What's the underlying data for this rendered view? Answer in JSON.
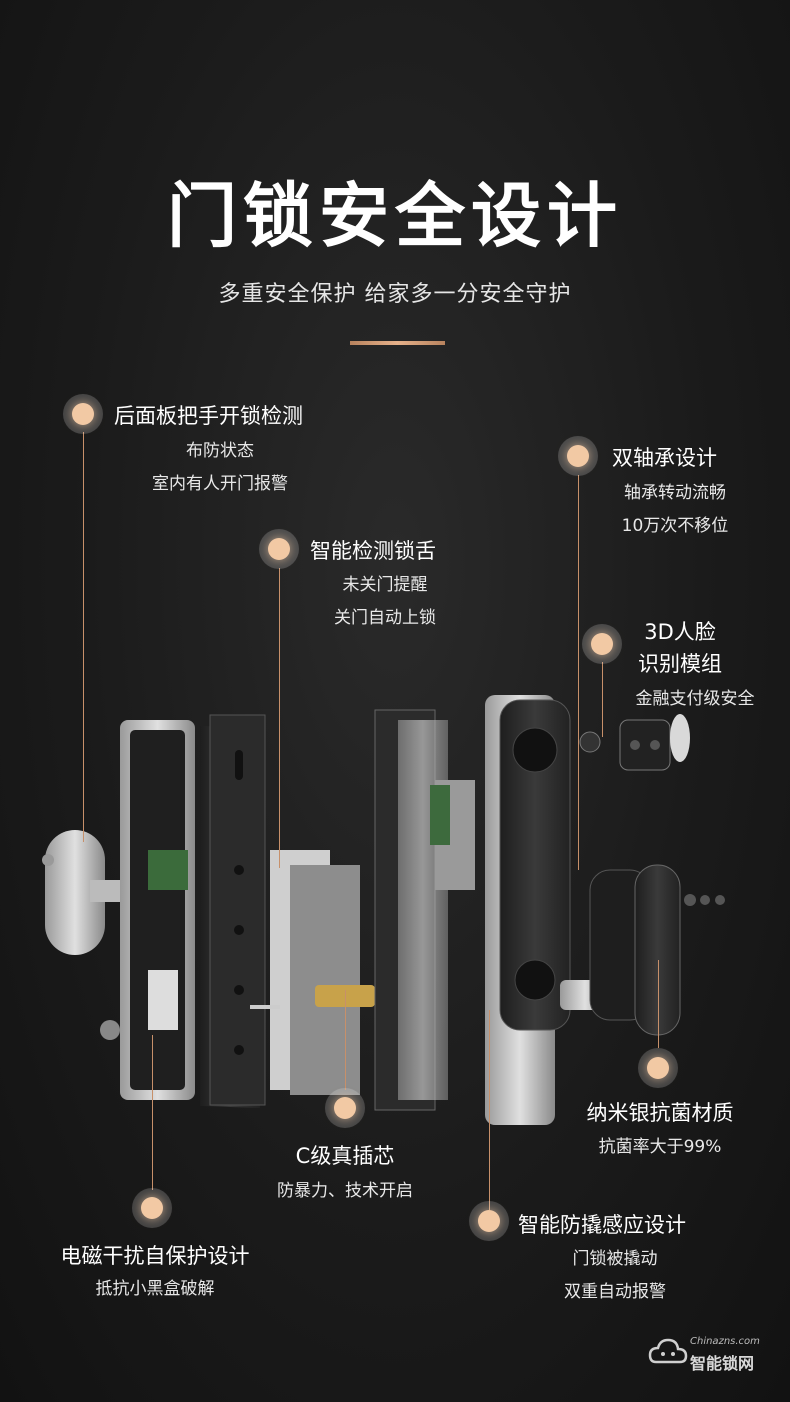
{
  "title": "门锁安全设计",
  "subtitle": "多重安全保护  给家多一分安全守护",
  "callouts": [
    {
      "title": "后面板把手开锁检测",
      "lines": [
        "布防状态",
        "室内有人开门报警"
      ]
    },
    {
      "title": "双轴承设计",
      "lines": [
        "轴承转动流畅",
        "10万次不移位"
      ]
    },
    {
      "title": "智能检测锁舌",
      "lines": [
        "未关门提醒",
        "关门自动上锁"
      ]
    },
    {
      "title_lines": [
        "3D人脸",
        "识别模组"
      ],
      "lines": [
        "金融支付级安全"
      ]
    },
    {
      "title": "纳米银抗菌材质",
      "lines": [
        "抗菌率大于99%"
      ]
    },
    {
      "title": "C级真插芯",
      "lines": [
        "防暴力、技术开启"
      ]
    },
    {
      "title": "智能防撬感应设计",
      "lines": [
        "门锁被撬动",
        "双重自动报警"
      ]
    },
    {
      "title": "电磁干扰自保护设计",
      "lines": [
        "抵抗小黑盒破解"
      ]
    }
  ],
  "watermark": {
    "url_text": "Chinazns.com",
    "brand": "智能锁网"
  },
  "colors": {
    "accent": "#f2c9a4",
    "line": "#c7906a",
    "background": "#1b1b1b"
  }
}
